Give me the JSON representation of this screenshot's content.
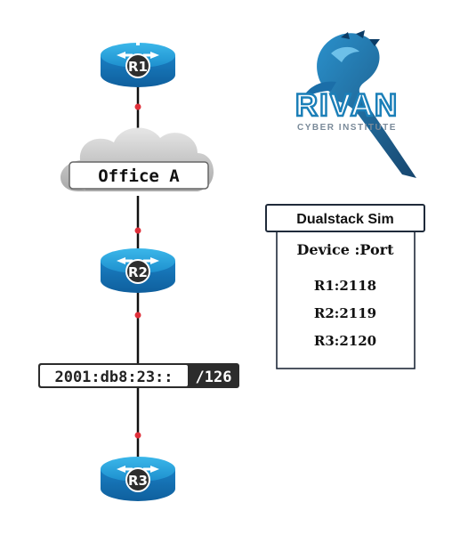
{
  "routers": {
    "r1": {
      "label": "R1"
    },
    "r2": {
      "label": "R2"
    },
    "r3": {
      "label": "R3"
    }
  },
  "office": {
    "label": "Office A"
  },
  "subnet": {
    "address": "2001:db8:23::",
    "prefix": "/126"
  },
  "logo": {
    "name": "RIVAN",
    "tagline": "CYBER INSTITUTE"
  },
  "info_box": {
    "title": "Dualstack Sim",
    "header": "Device :Port",
    "rows": [
      "R1:2118",
      "R2:2119",
      "R3:2120"
    ]
  },
  "colors": {
    "router_top": "#2aa6de",
    "router_body": "#1474b8",
    "link_dot": "#e0303a",
    "logo_blue": "#1b7fb8"
  }
}
